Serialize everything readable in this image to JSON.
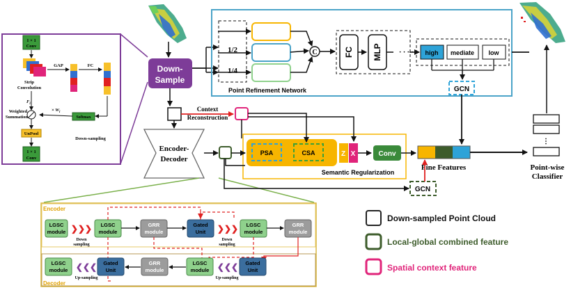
{
  "left_panel": {
    "conv_top": [
      "1 × 1",
      "Conv"
    ],
    "strip_conv": [
      "Strip",
      "Convolution"
    ],
    "gap": "GAP",
    "fc": "FC",
    "fi": "F",
    "fi_sub": "i",
    "weighted_sum": [
      "Weighted",
      "Summation"
    ],
    "times_w": "× W",
    "w_sub": "i",
    "softmax": "Softmax",
    "unpool": "UnPool",
    "conv_bottom": [
      "1 × 1",
      "Conv"
    ],
    "downsampling": "Down-sampling"
  },
  "down_sample": [
    "Down-",
    "Sample"
  ],
  "context_reconstruction": [
    "Context",
    "Reconstruction"
  ],
  "encoder_decoder": [
    "Encoder-",
    "Decoder"
  ],
  "prn": {
    "half": "1/2",
    "quarter": "1/4",
    "concat": "C",
    "fc": "FC",
    "mlp": "MLP",
    "high": "high",
    "mediate": "mediate",
    "low": "low",
    "dots": "· · · ·",
    "title": "Point Refinement Network"
  },
  "gcn_top": "GCN",
  "gcn_bottom": "GCN",
  "semantic": {
    "psa": "PSA",
    "csa": "CSA",
    "z": "Z",
    "x": "X",
    "conv": "Conv",
    "title": "Semantic Regularization"
  },
  "fine_features": "Fine Features",
  "classifier": [
    "Point-wise",
    "Classifier"
  ],
  "encoder_panel": {
    "encoder_label": "Encoder",
    "decoder_label": "Decoder",
    "lgsc": [
      "LGSC",
      "module"
    ],
    "grr": [
      "GRR",
      "module"
    ],
    "gated": [
      "Gated",
      "Unit"
    ],
    "down_sampling": [
      "Down",
      "sampling"
    ],
    "up_sampling": "Up-sampling"
  },
  "legend": {
    "items": [
      {
        "label": "Down-sampled Point Cloud",
        "color": "#222222"
      },
      {
        "label": "Local-global combined feature",
        "color": "#3d5c2b"
      },
      {
        "label": "Spatial context feature",
        "color": "#e0247a"
      }
    ]
  },
  "colors": {
    "purple": "#7d3c98",
    "blue_frame": "#4aa3c8",
    "orange": "#f7b500",
    "green_box": "#8fd18c",
    "dark_blue": "#3b6e9e",
    "grey": "#9c9c9c",
    "red": "#e02020",
    "pink": "#e0247a"
  }
}
